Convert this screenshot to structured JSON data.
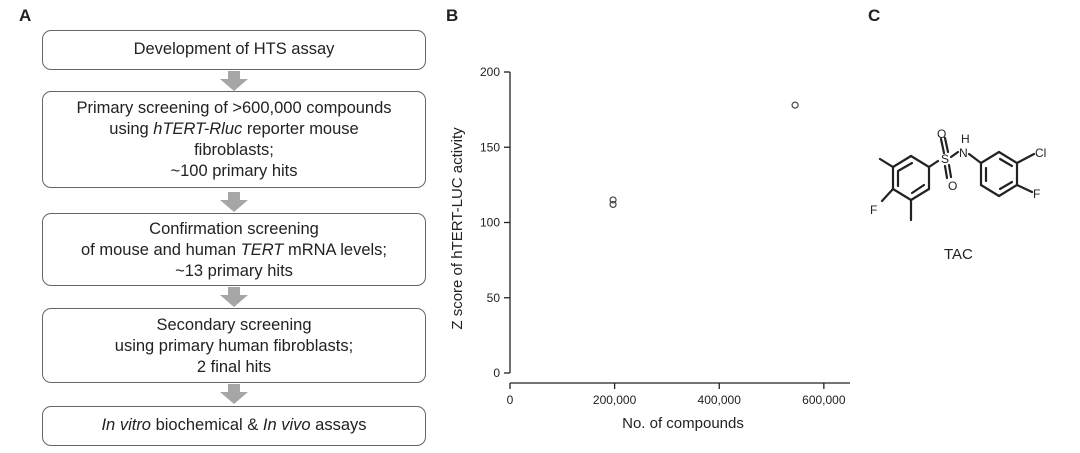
{
  "panels": {
    "a": "A",
    "b": "B",
    "c": "C"
  },
  "flow": {
    "steps": [
      {
        "lines": [
          [
            {
              "t": "Development of HTS assay",
              "i": false
            }
          ]
        ]
      },
      {
        "lines": [
          [
            {
              "t": "Primary screening of >600,000 compounds",
              "i": false
            }
          ],
          [
            {
              "t": "using ",
              "i": false
            },
            {
              "t": "hTERT-Rluc",
              "i": true
            },
            {
              "t": " reporter mouse",
              "i": false
            }
          ],
          [
            {
              "t": "fibroblasts;",
              "i": false
            }
          ],
          [
            {
              "t": "~100 primary hits",
              "i": false
            }
          ]
        ]
      },
      {
        "lines": [
          [
            {
              "t": "Confirmation screening",
              "i": false
            }
          ],
          [
            {
              "t": "of mouse and human ",
              "i": false
            },
            {
              "t": "TERT",
              "i": true
            },
            {
              "t": " mRNA levels;",
              "i": false
            }
          ],
          [
            {
              "t": "~13 primary hits",
              "i": false
            }
          ]
        ]
      },
      {
        "lines": [
          [
            {
              "t": "Secondary screening",
              "i": false
            }
          ],
          [
            {
              "t": "using primary human fibroblasts;",
              "i": false
            }
          ],
          [
            {
              "t": "2 final hits",
              "i": false
            }
          ]
        ]
      },
      {
        "lines": [
          [
            {
              "t": "In vitro",
              "i": true
            },
            {
              "t": " biochemical & ",
              "i": false
            },
            {
              "t": "In vivo",
              "i": true
            },
            {
              "t": " assays",
              "i": false
            }
          ]
        ]
      }
    ]
  },
  "chart_data": {
    "type": "scatter",
    "xlabel": "No. of compounds",
    "ylabel": "Z score of hTERT-LUC activity",
    "xlim": [
      0,
      650000
    ],
    "ylim": [
      0,
      200
    ],
    "x_ticks": [
      0,
      200000,
      400000,
      600000
    ],
    "x_tick_labels": [
      "0",
      "200,000",
      "400,000",
      "600,000"
    ],
    "y_ticks": [
      0,
      50,
      100,
      150,
      200
    ],
    "y_tick_labels": [
      "0",
      "50",
      "100",
      "150",
      "200"
    ],
    "series": [
      {
        "points": [
          {
            "x": 545000,
            "y": 178
          },
          {
            "x": 197000,
            "y": 115
          },
          {
            "x": 197000,
            "y": 112
          }
        ]
      }
    ],
    "grid": false,
    "colors": {
      "marker_stroke": "#444444",
      "axis": "#222222"
    }
  },
  "structure": {
    "compound_label": "TAC",
    "atoms": {
      "f1": "F",
      "f2": "F",
      "cl": "Cl",
      "s": "S",
      "o1": "O",
      "o2": "O",
      "n": "N",
      "h": "H"
    }
  }
}
